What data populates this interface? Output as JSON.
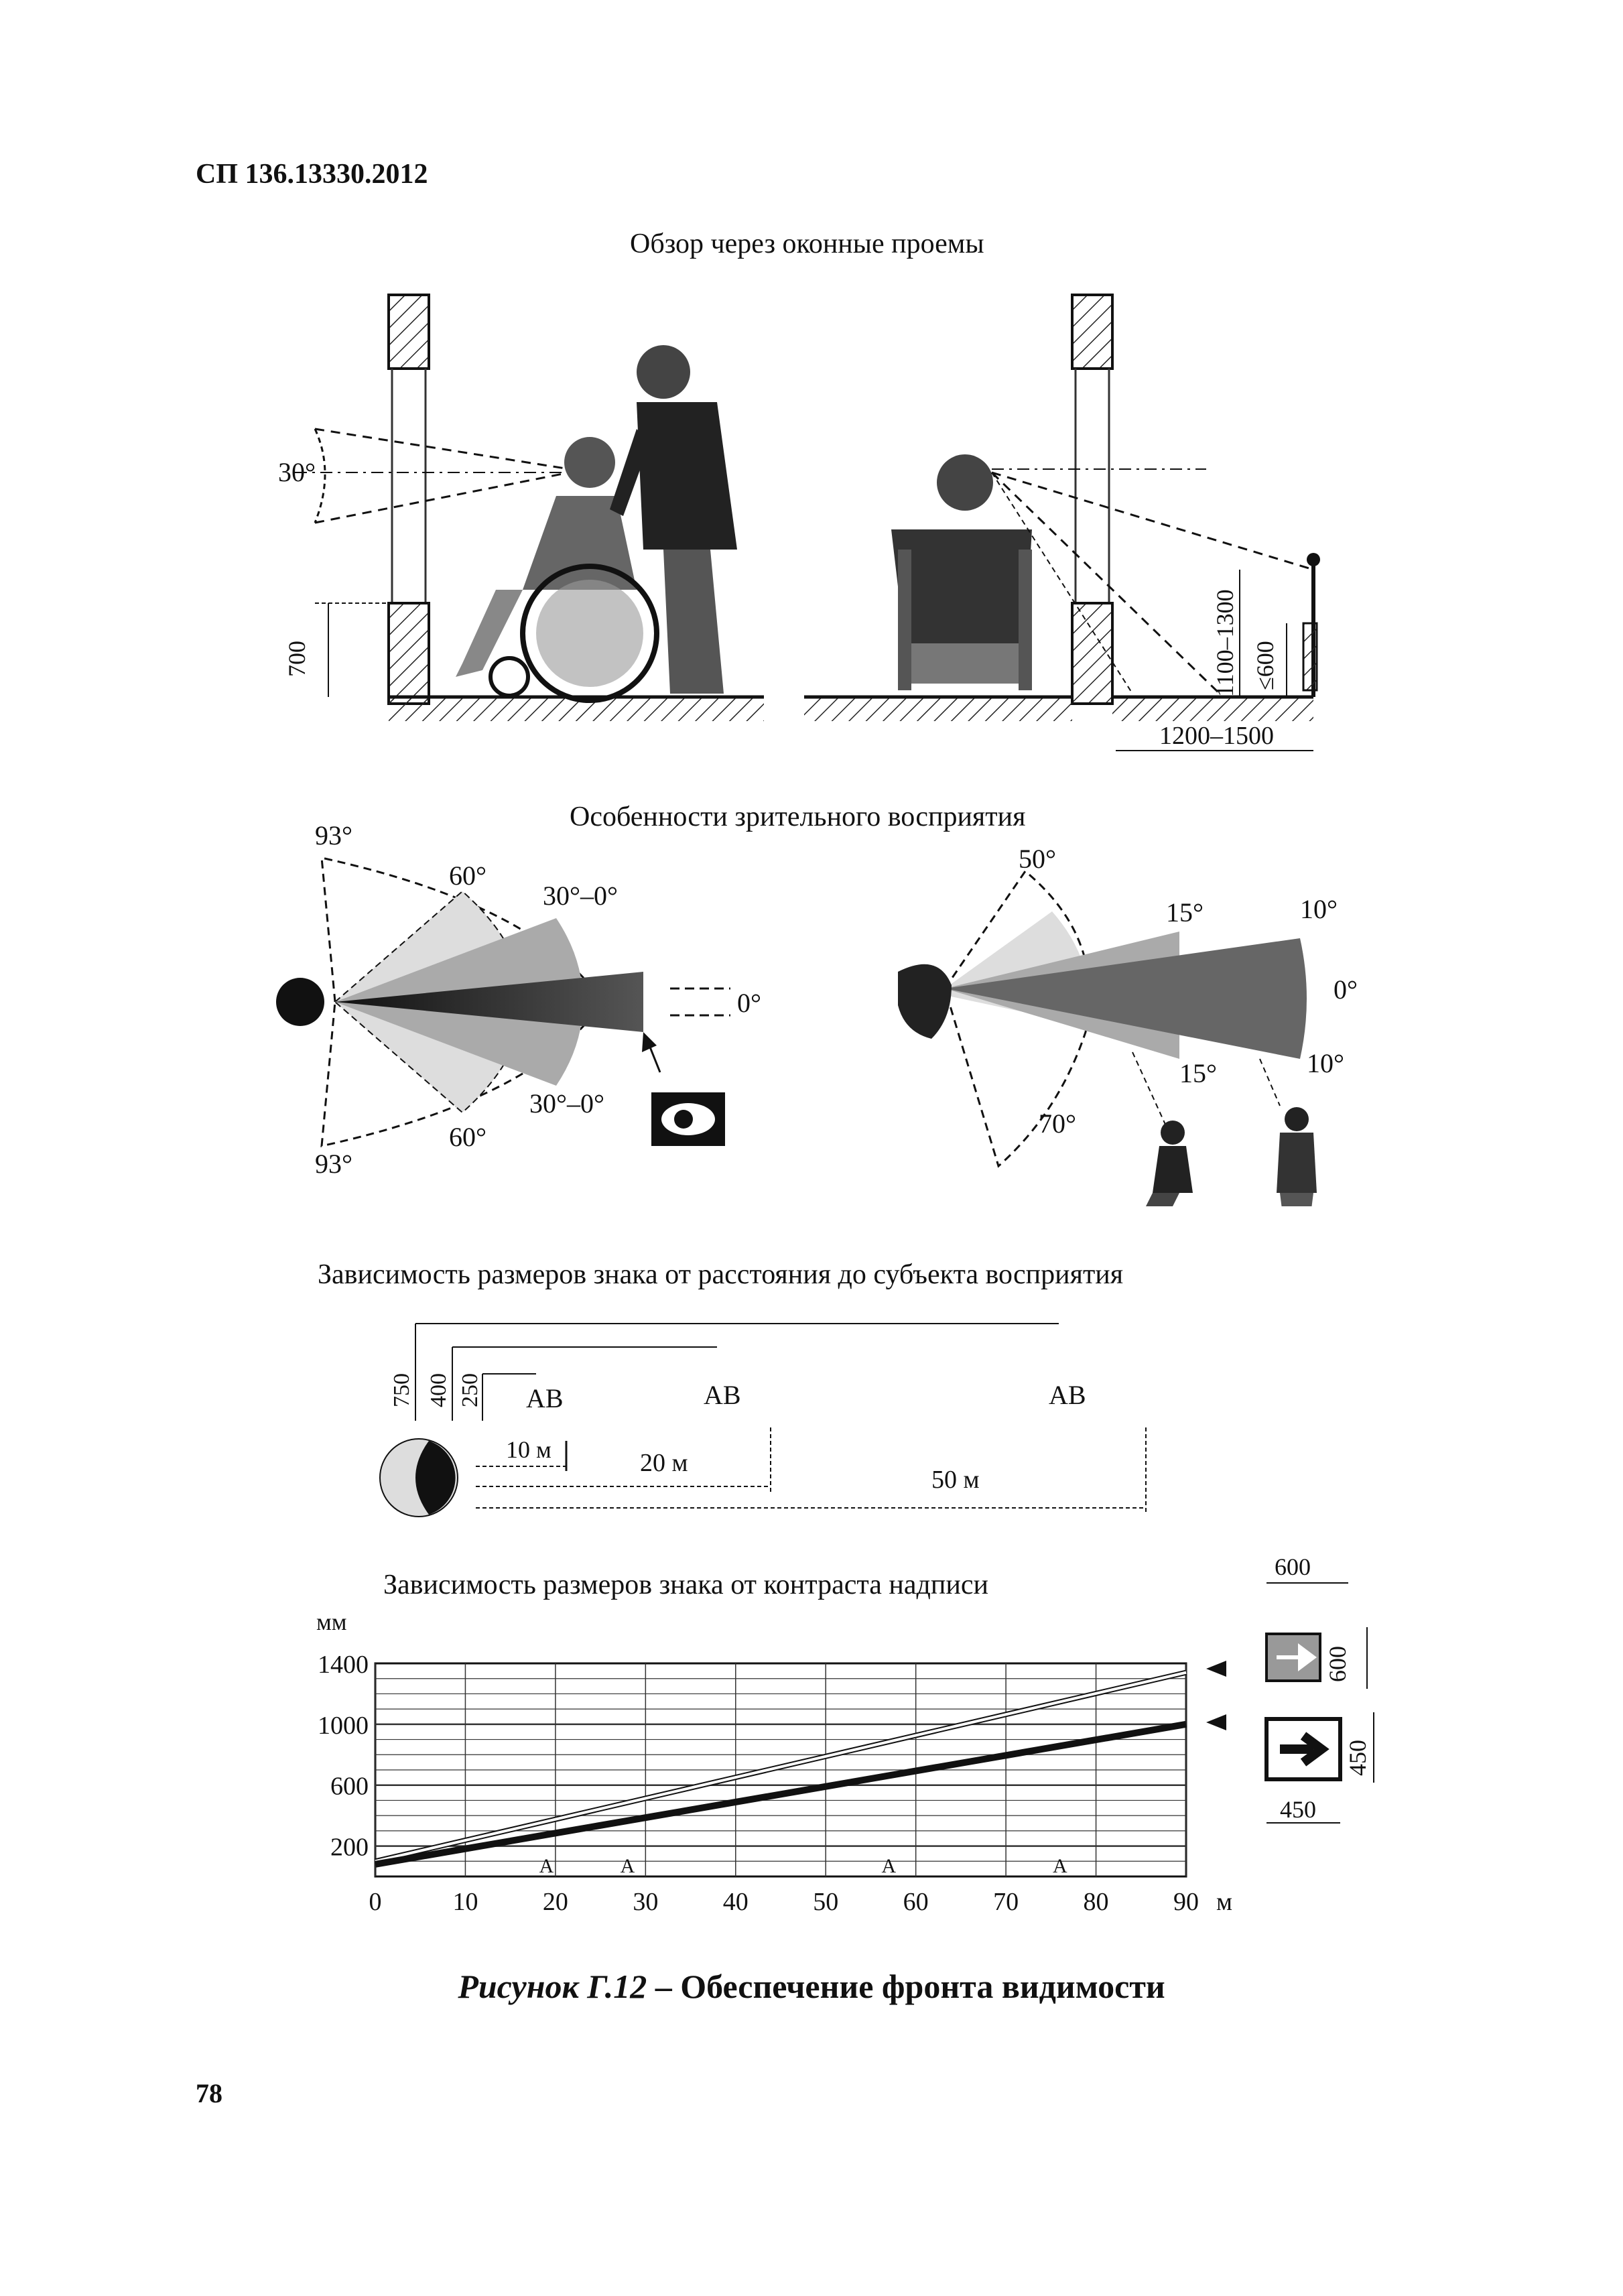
{
  "header": {
    "doc_code": "СП 136.13330.2012"
  },
  "sections": {
    "window_view": "Обзор через оконные проемы",
    "visual_perception": "Особенности зрительного восприятия",
    "sign_distance": "Зависимость размеров знака от расстояния до субъекта восприятия",
    "sign_contrast": "Зависимость размеров знака от контраста надписи"
  },
  "window_view": {
    "angle": "30°",
    "sill_height": "700",
    "height_range": "1100–1300",
    "height_max": "≤600",
    "width_range": "1200–1500"
  },
  "perception_left": {
    "a_top": "93°",
    "a_60_top": "60°",
    "a_30_top": "30°–0°",
    "a_0": "0°",
    "a_30_bottom": "30°–0°",
    "a_60_bottom": "60°",
    "a_bottom": "93°"
  },
  "perception_right": {
    "a_50": "50°",
    "a_15_top": "15°",
    "a_10_top": "10°",
    "a_0": "0°",
    "a_15_bottom": "15°",
    "a_10_bottom": "10°",
    "a_70": "70°"
  },
  "distance": {
    "sizes": [
      "750",
      "400",
      "250"
    ],
    "letters": [
      "АВ",
      "АВ",
      "АВ"
    ],
    "distances": [
      "10 м",
      "20 м",
      "50 м"
    ]
  },
  "chart_data": {
    "type": "line",
    "title": "Зависимость размеров знака от контраста надписи",
    "ylabel": "мм",
    "xunit": "м",
    "xlim": [
      0,
      90
    ],
    "ylim": [
      0,
      1400
    ],
    "x_ticks": [
      "0",
      "10",
      "20",
      "30",
      "40",
      "50",
      "60",
      "70",
      "80",
      "90"
    ],
    "y_ticks": [
      "200",
      "600",
      "1000",
      "1400"
    ],
    "series": [
      {
        "x": [
          0,
          90
        ],
        "y": [
          100,
          1340
        ],
        "style": "double-thin"
      },
      {
        "x": [
          0,
          90
        ],
        "y": [
          80,
          1000
        ],
        "style": "thick"
      }
    ],
    "markers": [
      "А",
      "А",
      "А",
      "А"
    ],
    "marker_x": [
      19,
      28,
      57,
      76
    ],
    "grid": true
  },
  "sign_panel": {
    "width_top": "600",
    "height_top": "600",
    "height_bottom": "450",
    "width_bottom": "450"
  },
  "caption": {
    "label": "Рисунок Г.12",
    "dash": " – ",
    "text": "Обеспечение фронта видимости"
  },
  "page_number": "78"
}
